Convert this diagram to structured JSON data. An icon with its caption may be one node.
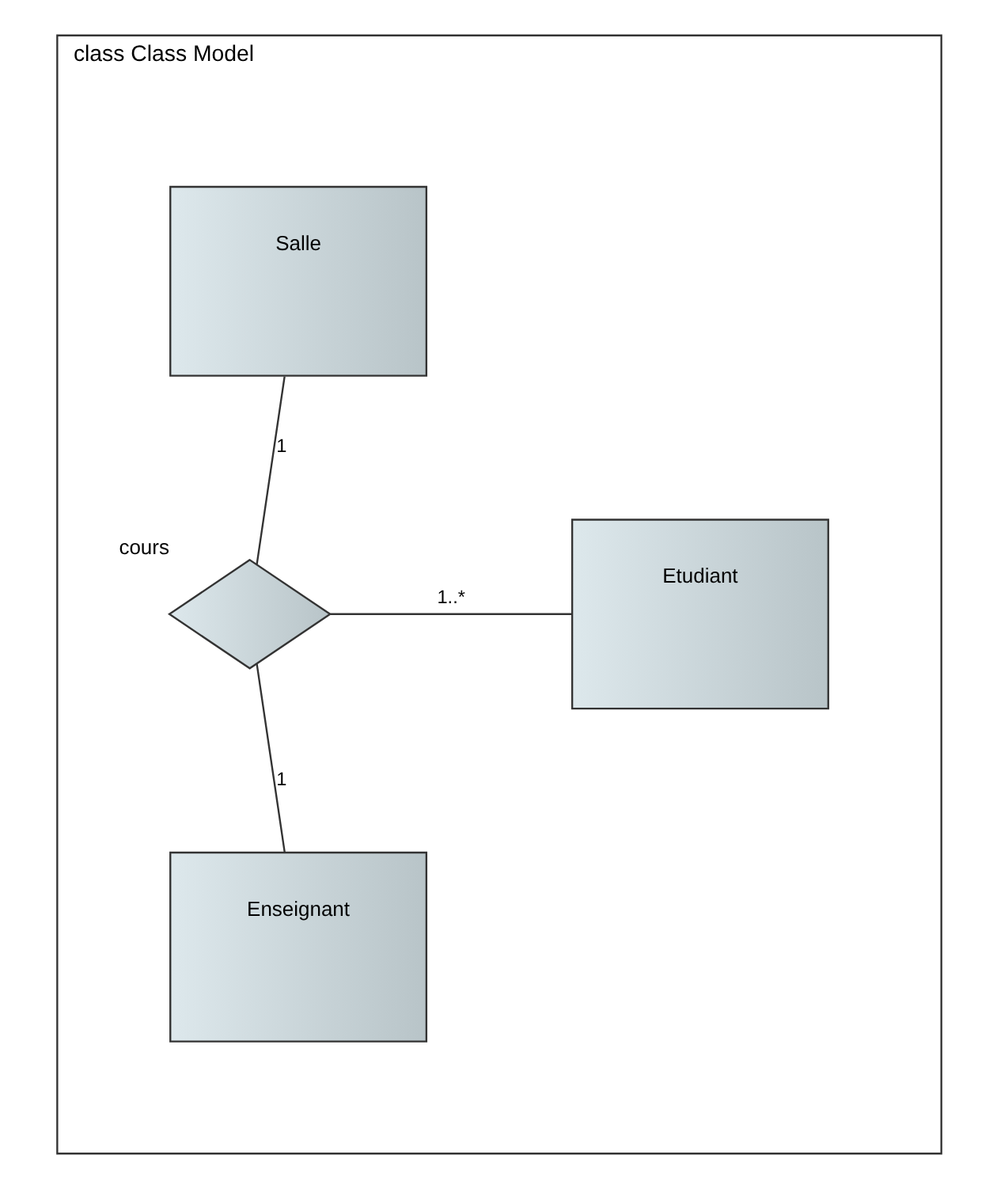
{
  "diagram": {
    "nodes": [
      {
        "text": [
          "class Class Model"
        ]
      },
      {
        "text": [
          "Salle"
        ],
        "in": 0
      },
      {
        "text": [
          "Etudiant"
        ],
        "in": 0
      },
      {
        "text": [],
        "shape": "diamond",
        "beside": [
          "cours"
        ],
        "in": 0
      },
      {
        "text": [
          "Enseignant"
        ],
        "in": 0
      }
    ],
    "edges": [
      {
        "from": 1,
        "to": 3,
        "arrow": "none",
        "label": "1"
      },
      {
        "from": 3,
        "to": 2,
        "arrow": "none",
        "label": "1..*"
      },
      {
        "from": 3,
        "to": 4,
        "arrow": "none",
        "label": "1"
      }
    ]
  }
}
